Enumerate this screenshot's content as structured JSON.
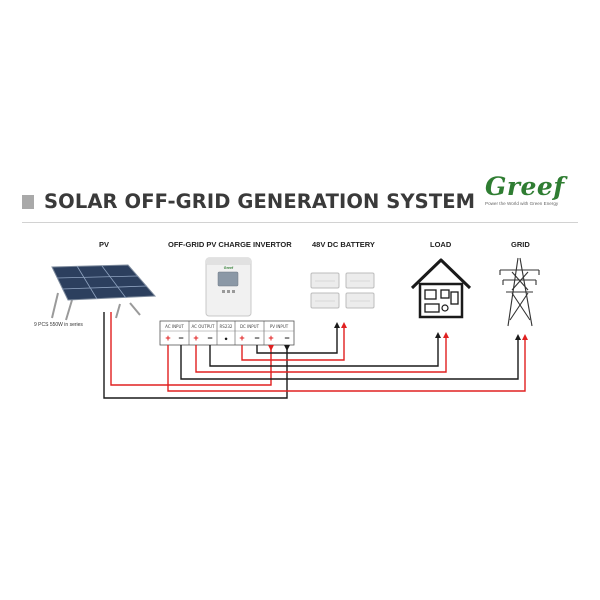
{
  "title": "SOLAR OFF-GRID GENERATION SYSTEM",
  "logo": {
    "wordmark": "Greef",
    "tagline": "Power the World with Green Energy"
  },
  "sections": {
    "pv": "PV",
    "inverter": "OFF-GRID PV CHARGE INVERTOR",
    "battery": "48V DC BATTERY",
    "load": "LOAD",
    "grid": "GRID"
  },
  "pv_caption": "9 PCS 550W in series",
  "inverter_brand": "Greef",
  "terminals": [
    {
      "label": "AC INPUT",
      "signs": [
        "+",
        "−"
      ]
    },
    {
      "label": "AC OUTPUT",
      "signs": [
        "+",
        "−"
      ]
    },
    {
      "label": "RS232",
      "signs": [
        "●"
      ]
    },
    {
      "label": "DC INPUT",
      "signs": [
        "+",
        "−"
      ]
    },
    {
      "label": "PV INPUT",
      "signs": [
        "+",
        "−"
      ]
    }
  ],
  "wire_colors": {
    "positive": "#e02020",
    "negative": "#1a1a1a"
  },
  "colors": {
    "brand": "#2f7d32",
    "title": "#3a3a3a"
  }
}
